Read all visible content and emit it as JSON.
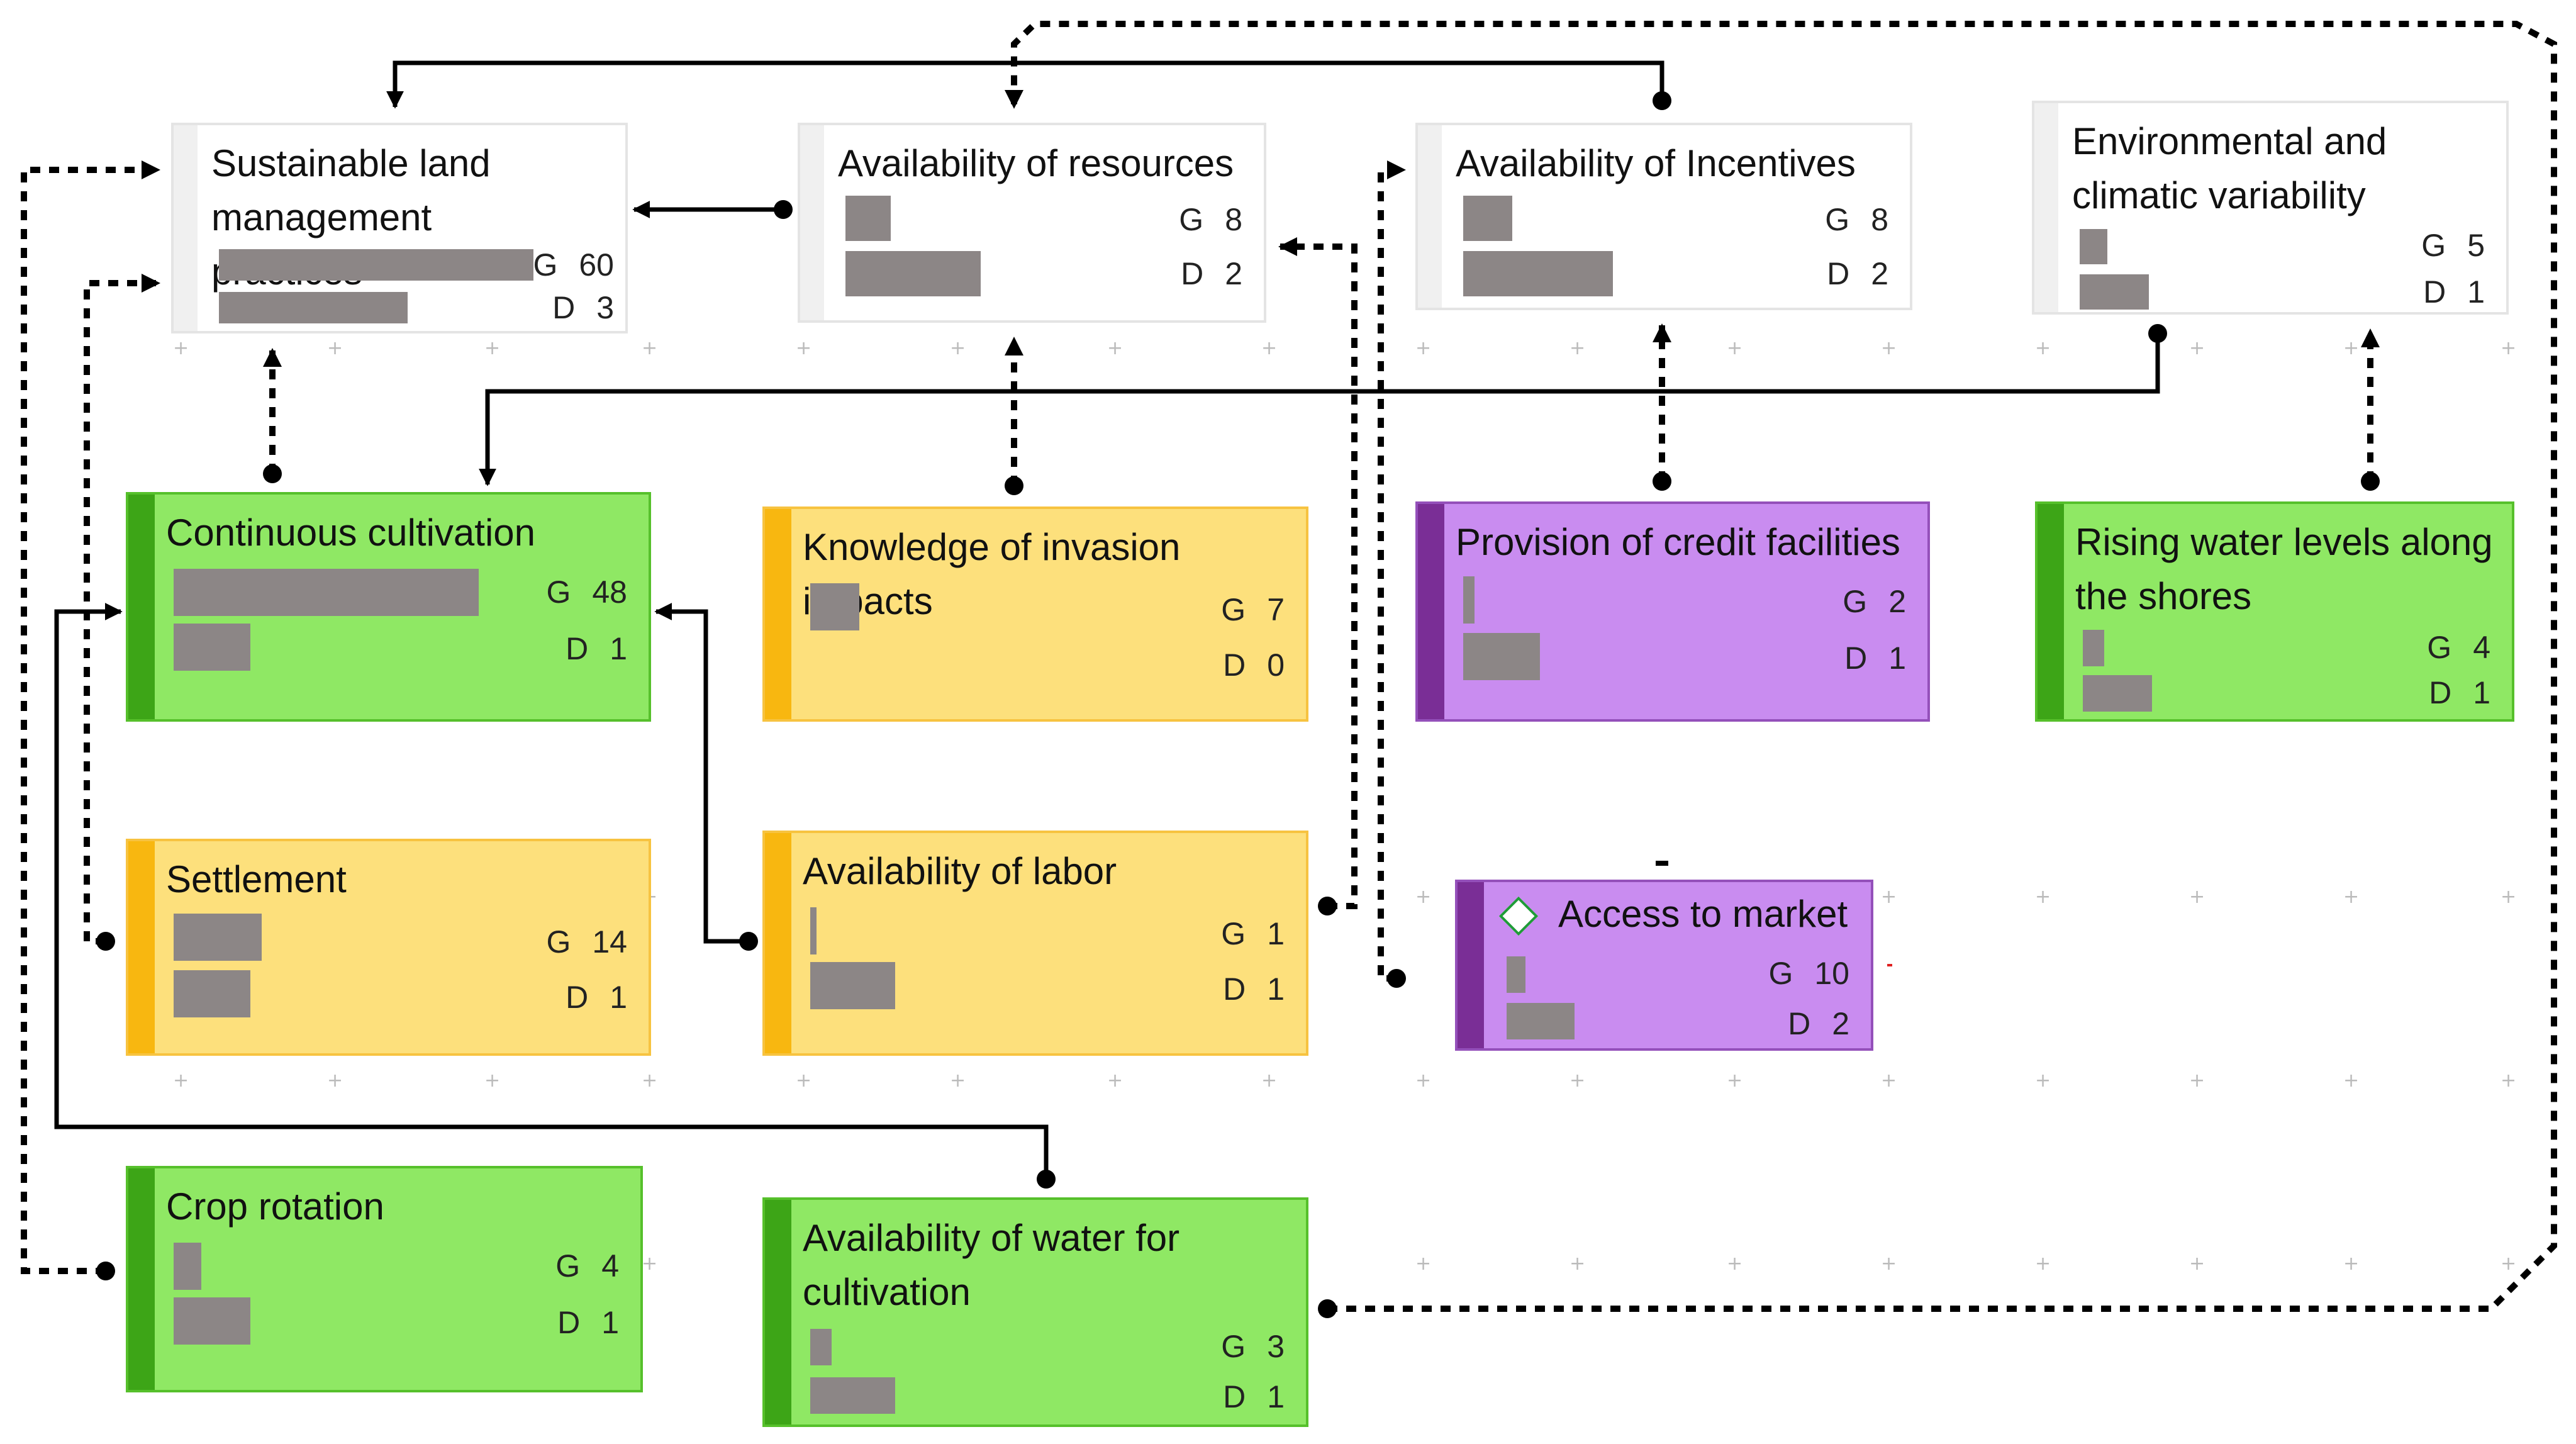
{
  "diagram": {
    "stat_keys": {
      "g": "G",
      "d": "D"
    },
    "nodes": {
      "slm": {
        "title": "Sustainable land management practices",
        "g": 60,
        "d": 3,
        "color": "white"
      },
      "resources": {
        "title": "Availability of resources",
        "g": 8,
        "d": 2,
        "color": "white"
      },
      "incentives": {
        "title": "Availability of Incentives",
        "g": 8,
        "d": 2,
        "color": "white"
      },
      "environment": {
        "title": "Environmental and climatic variability",
        "g": 5,
        "d": 1,
        "color": "white"
      },
      "continuous": {
        "title": "Continuous cultivation",
        "g": 48,
        "d": 1,
        "color": "green"
      },
      "knowledge": {
        "title": "Knowledge of invasion impacts",
        "g": 7,
        "d": 0,
        "color": "yellow"
      },
      "credit": {
        "title": "Provision of credit facilities",
        "g": 2,
        "d": 1,
        "color": "purple"
      },
      "rising": {
        "title": "Rising water levels along the shores",
        "g": 4,
        "d": 1,
        "color": "green"
      },
      "settlement": {
        "title": "Settlement",
        "g": 14,
        "d": 1,
        "color": "yellow"
      },
      "labor": {
        "title": "Availability of labor",
        "g": 1,
        "d": 1,
        "color": "yellow"
      },
      "market": {
        "title": "Access to market",
        "g": 10,
        "d": 2,
        "color": "purple"
      },
      "crop": {
        "title": "Crop rotation",
        "g": 4,
        "d": 1,
        "color": "green"
      },
      "water": {
        "title": "Availability of water for cultivation",
        "g": 3,
        "d": 1,
        "color": "green"
      }
    },
    "links": [
      {
        "from": "resources",
        "to": "slm",
        "style": "solid"
      },
      {
        "from": "incentives",
        "to": "slm",
        "style": "solid"
      },
      {
        "from": "environment",
        "to": "continuous",
        "style": "solid"
      },
      {
        "from": "labor",
        "to": "continuous",
        "style": "solid"
      },
      {
        "from": "water",
        "to": "continuous",
        "style": "solid"
      },
      {
        "from": "continuous",
        "to": "slm",
        "style": "dashed"
      },
      {
        "from": "knowledge",
        "to": "resources",
        "style": "dashed"
      },
      {
        "from": "credit",
        "to": "incentives",
        "style": "dashed"
      },
      {
        "from": "rising",
        "to": "environment",
        "style": "dashed"
      },
      {
        "from": "settlement",
        "to": "slm",
        "style": "dashed"
      },
      {
        "from": "crop",
        "to": "slm",
        "style": "dashed"
      },
      {
        "from": "labor",
        "to": "resources",
        "style": "dashed"
      },
      {
        "from": "market",
        "to": "incentives",
        "style": "dashed"
      },
      {
        "from": "water",
        "to": "resources",
        "style": "dashed"
      }
    ],
    "colors": {
      "white_fill": "#ffffff",
      "green_fill": "#8fe864",
      "green_stripe": "#3da517",
      "yellow_fill": "#fde07c",
      "yellow_stripe": "#f8b710",
      "purple_fill": "#c98cf0",
      "purple_stripe": "#7a2e96",
      "bar": "#8c8686"
    },
    "icons": {
      "market_marker": "diamond-icon"
    }
  }
}
